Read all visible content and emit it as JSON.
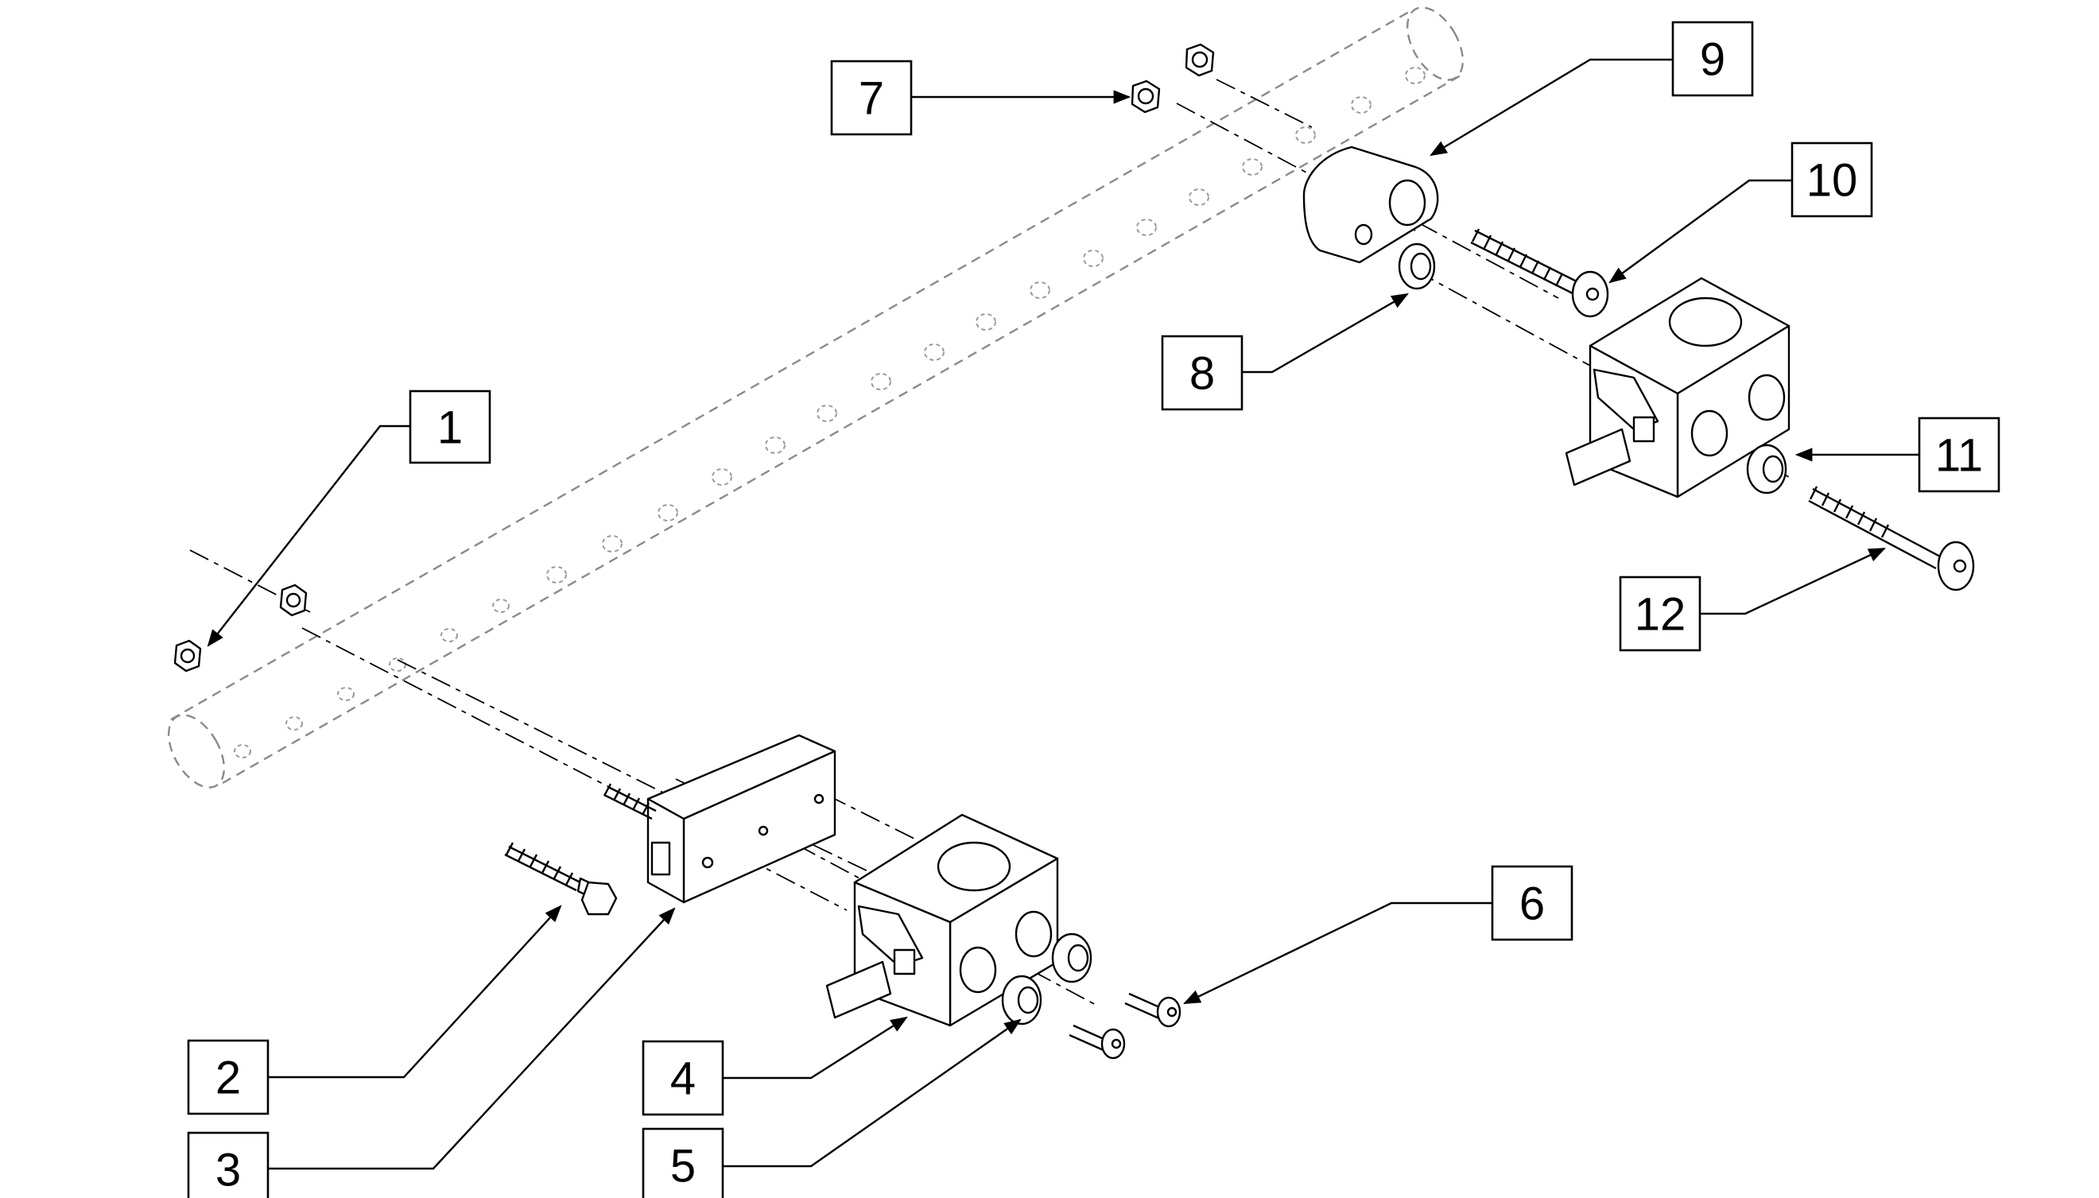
{
  "callouts": {
    "c1": "1",
    "c2": "2",
    "c3": "3",
    "c4": "4",
    "c5": "5",
    "c6": "6",
    "c7": "7",
    "c8": "8",
    "c9": "9",
    "c10": "10",
    "c11": "11",
    "c12": "12"
  },
  "colors": {
    "line": "#000000",
    "tube": "#8a8a8a",
    "background": "#ffffff"
  }
}
